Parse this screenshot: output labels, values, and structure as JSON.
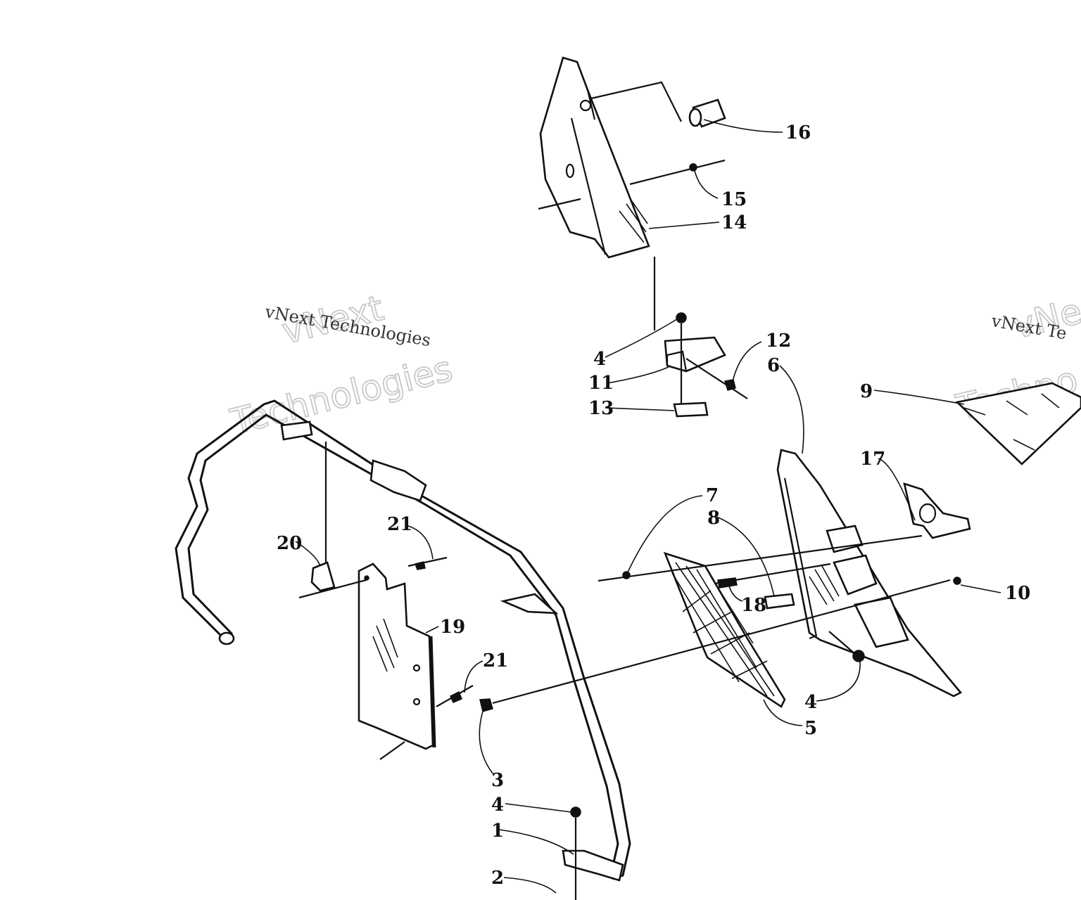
{
  "watermark": {
    "brand_line1": "vNext",
    "brand_line2": "Technologies",
    "caption": "vNext Technologies",
    "brand_line1_partial": "vNe",
    "brand_line2_partial": "Techno",
    "caption_partial": "vNext Te"
  },
  "callouts": [
    {
      "id": "c16",
      "label": "16"
    },
    {
      "id": "c15",
      "label": "15"
    },
    {
      "id": "c14",
      "label": "14"
    },
    {
      "id": "c12",
      "label": "12"
    },
    {
      "id": "c4a",
      "label": "4"
    },
    {
      "id": "c11",
      "label": "11"
    },
    {
      "id": "c13",
      "label": "13"
    },
    {
      "id": "c6",
      "label": "6"
    },
    {
      "id": "c9",
      "label": "9"
    },
    {
      "id": "c17",
      "label": "17"
    },
    {
      "id": "c7",
      "label": "7"
    },
    {
      "id": "c8",
      "label": "8"
    },
    {
      "id": "c10",
      "label": "10"
    },
    {
      "id": "c18",
      "label": "18"
    },
    {
      "id": "c4b",
      "label": "4"
    },
    {
      "id": "c5",
      "label": "5"
    },
    {
      "id": "c20",
      "label": "20"
    },
    {
      "id": "c21a",
      "label": "21"
    },
    {
      "id": "c19",
      "label": "19"
    },
    {
      "id": "c21b",
      "label": "21"
    },
    {
      "id": "c3",
      "label": "3"
    },
    {
      "id": "c4c",
      "label": "4"
    },
    {
      "id": "c1",
      "label": "1"
    },
    {
      "id": "c2",
      "label": "2"
    }
  ]
}
